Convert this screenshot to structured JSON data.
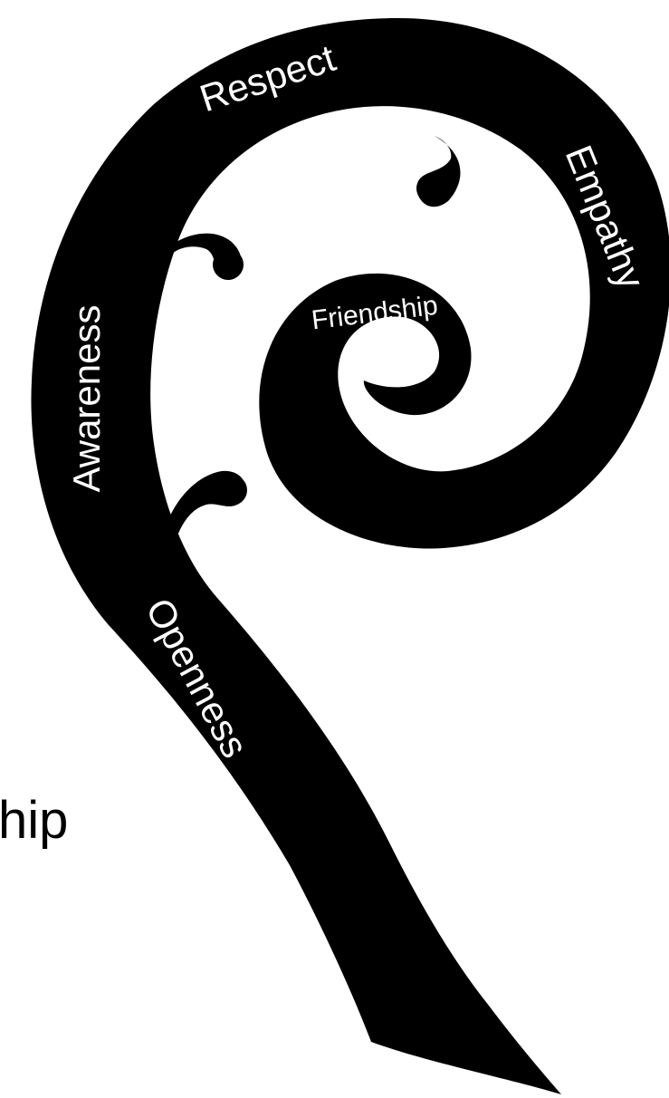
{
  "diagram": {
    "labels": {
      "respect": "Respect",
      "empathy": "Empathy",
      "friendship": "Friendship",
      "awareness": "Awareness",
      "openness": "Openness"
    },
    "partial_text": "hip"
  },
  "colors": {
    "shape_fill": "#000000",
    "label_text": "#ffffff",
    "background": "#ffffff"
  }
}
